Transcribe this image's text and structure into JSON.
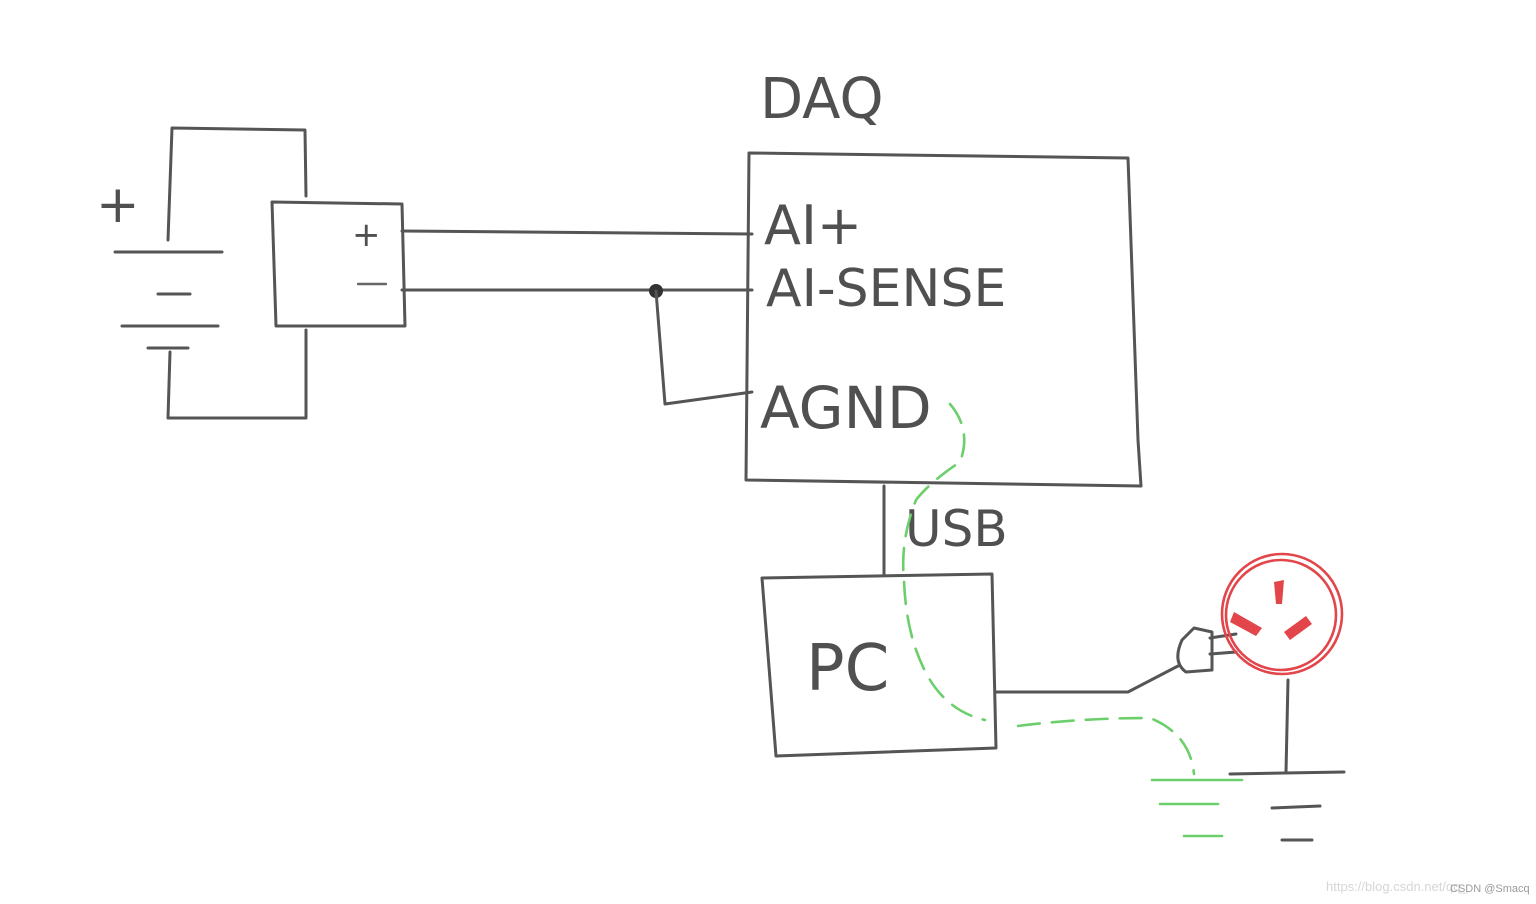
{
  "labels": {
    "daq": "DAQ",
    "ai_plus": "AI+",
    "ai_sense": "AI-SENSE",
    "agnd": "AGND",
    "usb": "USB",
    "pc": "PC",
    "battery_plus": "+",
    "battery_minus": "−",
    "sensor_plus": "+",
    "sensor_minus": "−"
  },
  "watermark": {
    "url": "https://blog.csdn.net/qq_",
    "author": "CSDN @Smacq"
  },
  "colors": {
    "pencil": "#555555",
    "ground_loop": "#6ccf6c",
    "mains_outlet": "#e2454a"
  }
}
